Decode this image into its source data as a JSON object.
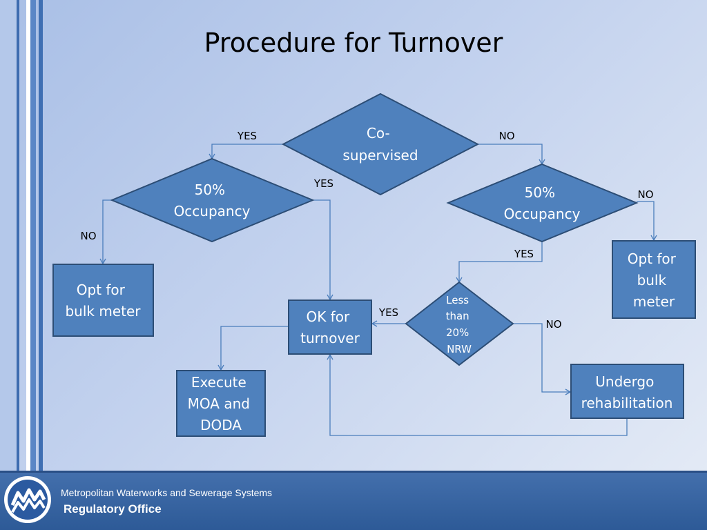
{
  "slide": {
    "title": "Procedure for Turnover"
  },
  "nodes": {
    "co_supervised": [
      "Co-",
      "supervised"
    ],
    "occupancy_left": [
      "50%",
      "Occupancy"
    ],
    "occupancy_right": [
      "50%",
      "Occupancy"
    ],
    "bulk_meter_left": [
      "Opt for",
      "bulk meter"
    ],
    "bulk_meter_right": [
      "Opt for",
      "bulk",
      "meter"
    ],
    "ok_turnover": [
      "OK for",
      "turnover"
    ],
    "nrw": [
      "Less",
      "than",
      "20%",
      "NRW"
    ],
    "execute": [
      "Execute",
      "MOA and",
      "DODA"
    ],
    "rehab": [
      "Undergo",
      "rehabilitation"
    ]
  },
  "edge_labels": {
    "co_yes": "YES",
    "co_no": "NO",
    "occ_left_yes": "YES",
    "occ_left_no": "NO",
    "occ_right_no": "NO",
    "occ_right_yes": "YES",
    "nrw_yes": "YES",
    "nrw_no": "NO"
  },
  "footer": {
    "organization": "Metropolitan Waterworks and Sewerage Systems",
    "office": "Regulatory Office"
  },
  "colors": {
    "node_fill": "#4f81bd",
    "node_stroke": "#2c4d75",
    "arrow": "#4a7dbb",
    "footer": "#3a66a5"
  }
}
